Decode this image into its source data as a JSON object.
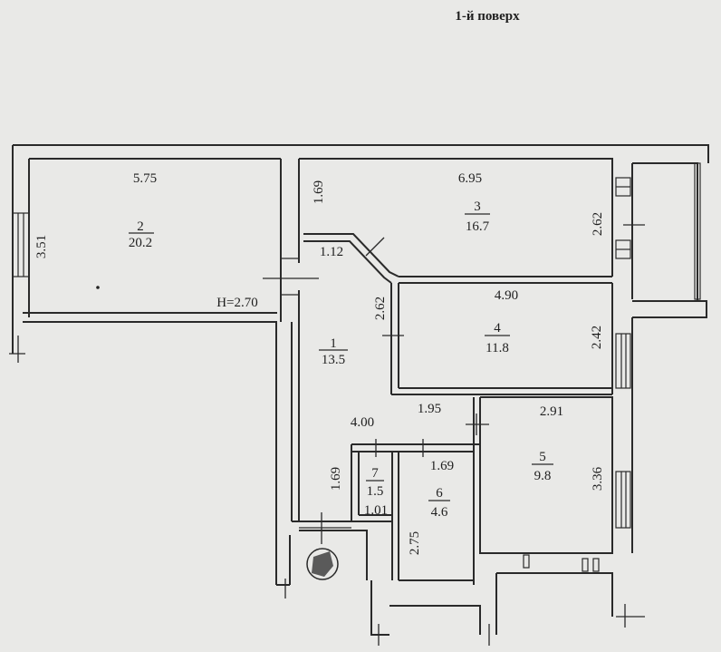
{
  "title": "1-й поверх",
  "height_label": "H=2.70",
  "rooms": [
    {
      "id": "1",
      "area": "13.5"
    },
    {
      "id": "2",
      "area": "20.2"
    },
    {
      "id": "3",
      "area": "16.7"
    },
    {
      "id": "4",
      "area": "11.8"
    },
    {
      "id": "5",
      "area": "9.8"
    },
    {
      "id": "6",
      "area": "4.6"
    },
    {
      "id": "7",
      "area": "1.5"
    }
  ],
  "dimensions": {
    "room2_width": "5.75",
    "room2_depth": "3.51",
    "room3_width": "6.95",
    "room3_depth": "2.62",
    "corridor_top": "1.69",
    "corridor_wall": "1.12",
    "room4_left": "2.62",
    "room4_width": "4.90",
    "room4_depth": "2.42",
    "hall_width": "4.00",
    "hall_segment": "1.95",
    "room5_width": "2.91",
    "room5_depth": "3.36",
    "room7_depth": "1.69",
    "room7_width": "1.01",
    "room6_width": "1.69",
    "room6_depth": "2.75"
  }
}
